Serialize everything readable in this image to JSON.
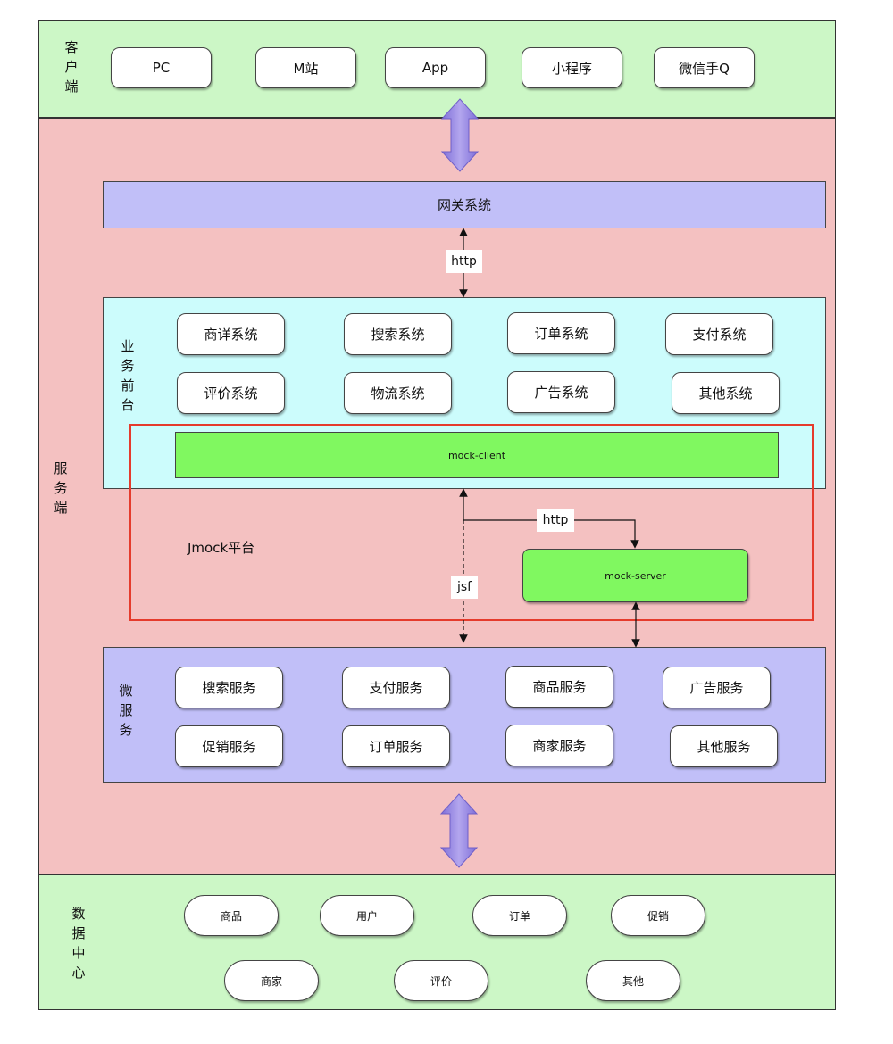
{
  "client": {
    "label": "客\n户\n端",
    "items": [
      "PC",
      "M站",
      "App",
      "小程序",
      "微信手Q"
    ]
  },
  "server": {
    "label": "服\n务\n端",
    "gateway": "网关系统",
    "gateway_link": "http",
    "frontend": {
      "label": "业\n务\n前\n台",
      "row1": [
        "商详系统",
        "搜索系统",
        "订单系统",
        "支付系统"
      ],
      "row2": [
        "评价系统",
        "物流系统",
        "广告系统",
        "其他系统"
      ]
    },
    "jmock": {
      "label": "Jmock平台",
      "client": "mock-client",
      "server": "mock-server",
      "http_link": "http",
      "jsf_link": "jsf"
    },
    "micro": {
      "label": "微\n服\n务",
      "row1": [
        "搜索服务",
        "支付服务",
        "商品服务",
        "广告服务"
      ],
      "row2": [
        "促销服务",
        "订单服务",
        "商家服务",
        "其他服务"
      ]
    }
  },
  "data_center": {
    "label": "数\n据\n中\n心",
    "row1": [
      "商品",
      "用户",
      "订单",
      "促销"
    ],
    "row2": [
      "商家",
      "评价",
      "其他"
    ]
  },
  "colors": {
    "client_band": "#ccf7c6",
    "server_band": "#f4c1c1",
    "gateway": "#c1bff8",
    "frontend": "#ccfcfc",
    "mock": "#80f860",
    "jmock_frame": "#e53b2c",
    "big_arrow": "#9c8ee0"
  }
}
